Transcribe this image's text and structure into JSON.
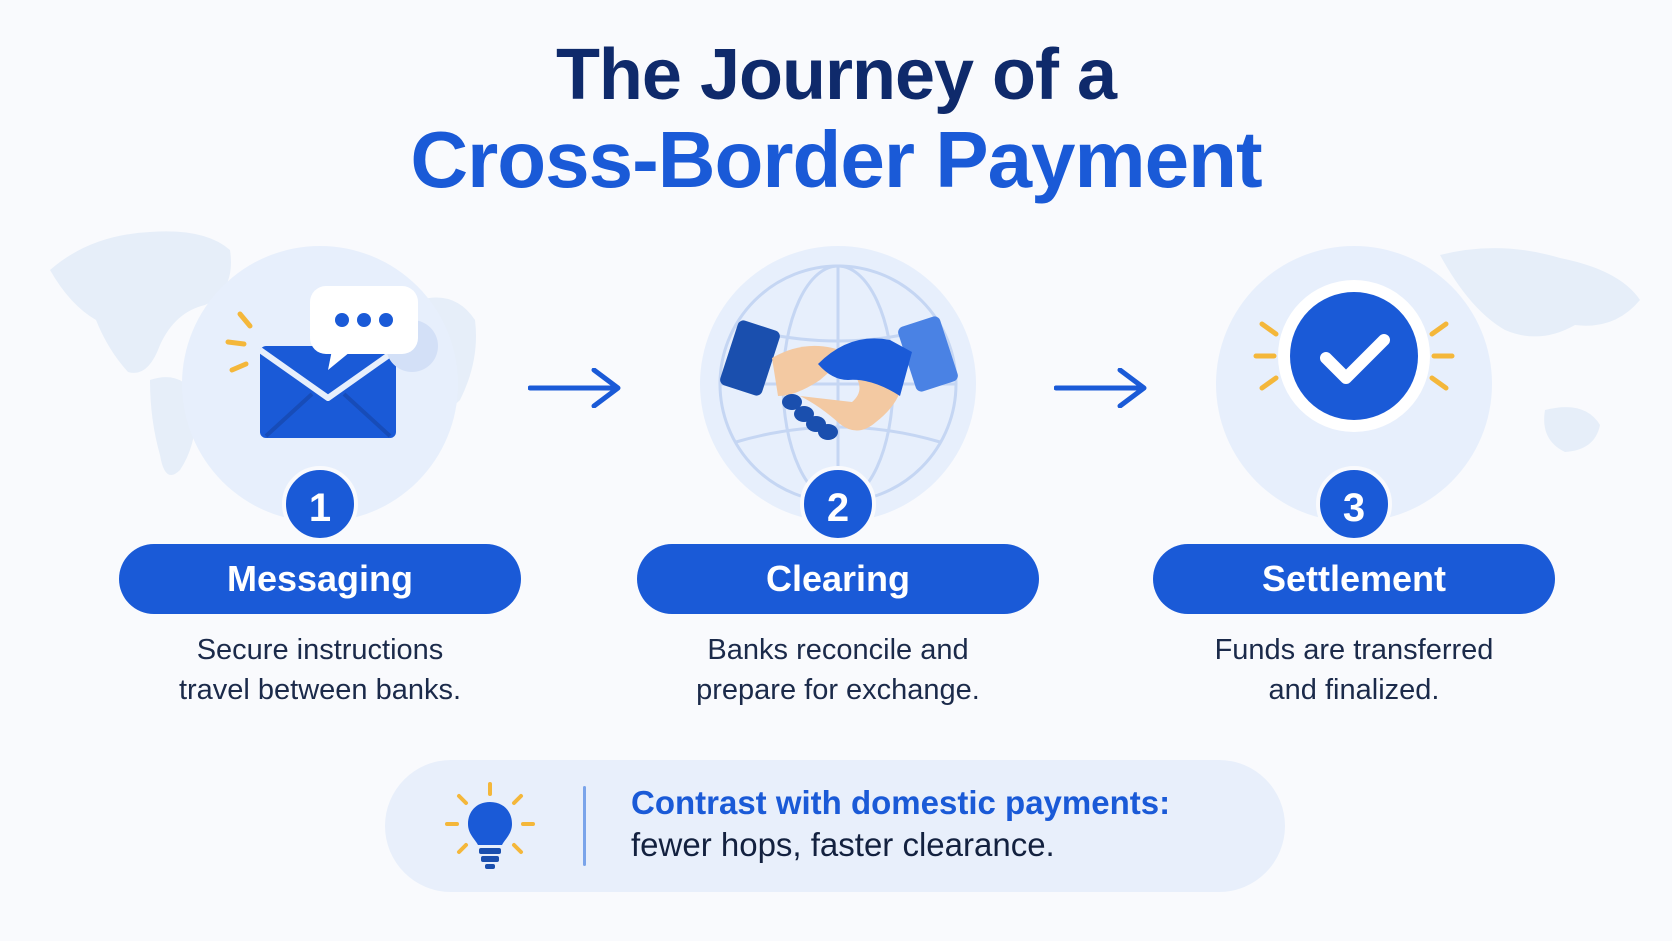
{
  "title": {
    "line1": "The Journey of a",
    "line2": "Cross-Border Payment"
  },
  "colors": {
    "navy": "#0f2a6b",
    "accent": "#1a5ad7",
    "circle_bg": "#e7effc",
    "highlight": "#f4b73a"
  },
  "steps": [
    {
      "number": "1",
      "label": "Messaging",
      "desc_line1": "Secure instructions",
      "desc_line2": "travel between banks.",
      "icon": "envelope-chat-icon"
    },
    {
      "number": "2",
      "label": "Clearing",
      "desc_line1": "Banks reconcile and",
      "desc_line2": "prepare for exchange.",
      "icon": "handshake-globe-icon"
    },
    {
      "number": "3",
      "label": "Settlement",
      "desc_line1": "Funds are transferred",
      "desc_line2": "and finalized.",
      "icon": "checkmark-icon"
    }
  ],
  "note": {
    "icon": "lightbulb-icon",
    "heading": "Contrast with domestic payments:",
    "text": "fewer hops, faster clearance."
  }
}
